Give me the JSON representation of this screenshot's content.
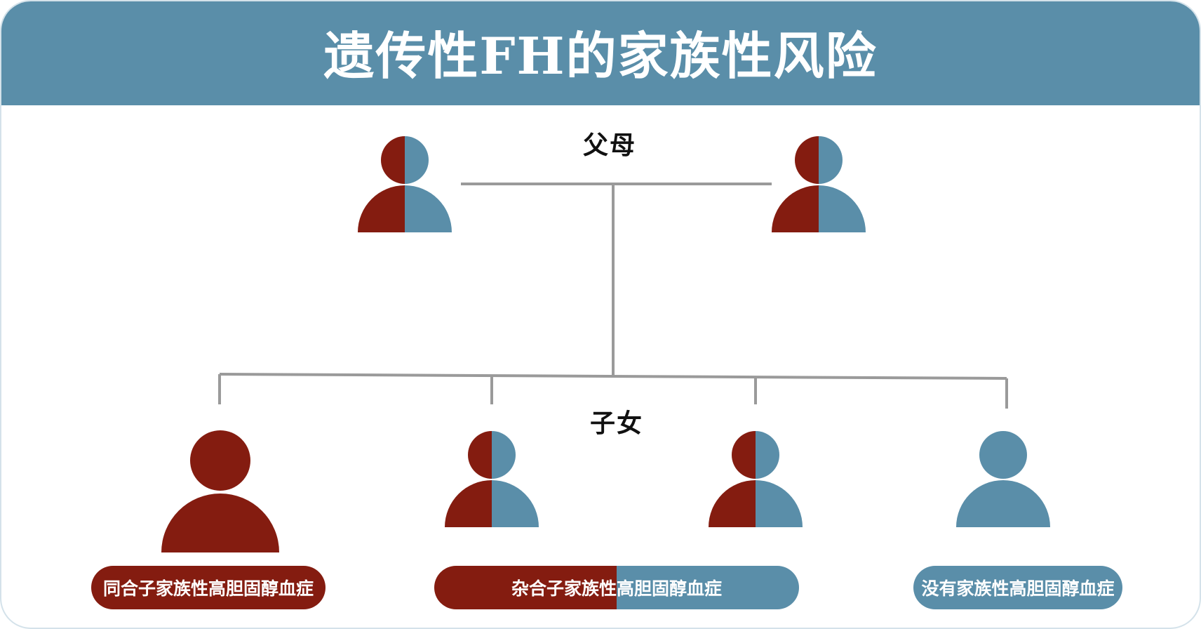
{
  "title": "遗传性FH的家族性风险",
  "labels": {
    "parents": "父母",
    "children": "子女"
  },
  "outcomes": {
    "homozygous": "同合子家族性高胆固醇血症",
    "heterozygous": "杂合子家族性高胆固醇血症",
    "none": "没有家族性高胆固醇血症"
  },
  "colors": {
    "header": "#5a8ea9",
    "red": "#841c10",
    "blue": "#5a8ea9",
    "line": "#9a9a9a"
  }
}
